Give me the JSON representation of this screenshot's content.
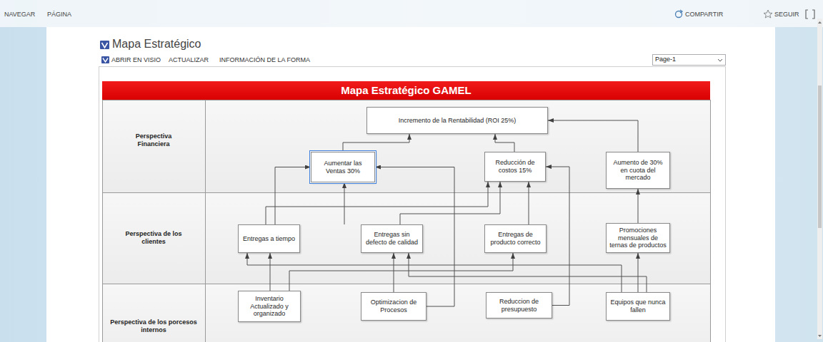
{
  "diagram": {
    "title": "Mapa Estratégico GAMEL",
    "nodes": [
      {
        "text": [
          "Perspectiva Financiera"
        ]
      },
      {
        "text": [
          "Incremento de la Rentabilidad (ROI 25%)"
        ]
      },
      {
        "text": [
          "Aumentar las Ventas 30%"
        ]
      },
      {
        "text": [
          "Reducción de costos 15%"
        ]
      },
      {
        "text": [
          "Aumento de 30% en cuota del mercado"
        ]
      },
      {
        "text": [
          "Perspectiva de los clientes"
        ]
      },
      {
        "text": [
          "Entregas a tiempo"
        ]
      },
      {
        "text": [
          "Entregas sin defecto de calidad"
        ]
      },
      {
        "text": [
          "Entregas de producto correcto"
        ]
      },
      {
        "text": [
          "Promociones mensuales de ternas de productos"
        ]
      },
      {
        "text": [
          "Perspectiva de los porcesos internos"
        ]
      },
      {
        "text": [
          "Inventario Actualizado y organizado"
        ]
      },
      {
        "text": [
          "Optimizacion de Procesos"
        ]
      },
      {
        "text": [
          "Reduccion de presupuesto"
        ]
      },
      {
        "text": [
          "Equipos que nunca fallen"
        ]
      }
    ],
    "edges": [
      {
        "from": 2,
        "to": 1,
        "arrow": "to"
      },
      {
        "from": 3,
        "to": 1,
        "arrow": "to"
      },
      {
        "from": 4,
        "to": 1,
        "arrow": "to"
      },
      {
        "from": 6,
        "to": 2,
        "arrow": "to"
      },
      {
        "from": 6,
        "to": 3,
        "arrow": "to"
      },
      {
        "from": 7,
        "to": 2,
        "arrow": "to"
      },
      {
        "from": 7,
        "to": 3,
        "arrow": "to"
      },
      {
        "from": 8,
        "to": 3,
        "arrow": "to"
      },
      {
        "from": 9,
        "to": 4,
        "arrow": "to"
      },
      {
        "from": 11,
        "to": 6,
        "arrow": "to"
      },
      {
        "from": 11,
        "to": 8,
        "arrow": "to"
      },
      {
        "from": 12,
        "to": 7,
        "arrow": "to"
      },
      {
        "from": 12,
        "to": 2,
        "arrow": "to"
      },
      {
        "from": 13,
        "to": 3,
        "arrow": "to"
      },
      {
        "from": 14,
        "to": 6,
        "arrow": "to"
      },
      {
        "from": 14,
        "to": 7,
        "arrow": "to"
      },
      {
        "from": 14,
        "to": 9,
        "arrow": "to"
      }
    ],
    "labels": [
      "NAVEGAR",
      "PÁGINA",
      "COMPARTIR",
      "SEGUIR",
      "Mapa Estratégico",
      "ABRIR EN VISIO",
      "ACTUALIZAR",
      "INFORMACIÓN DE LA FORMA",
      "Page-1"
    ]
  }
}
